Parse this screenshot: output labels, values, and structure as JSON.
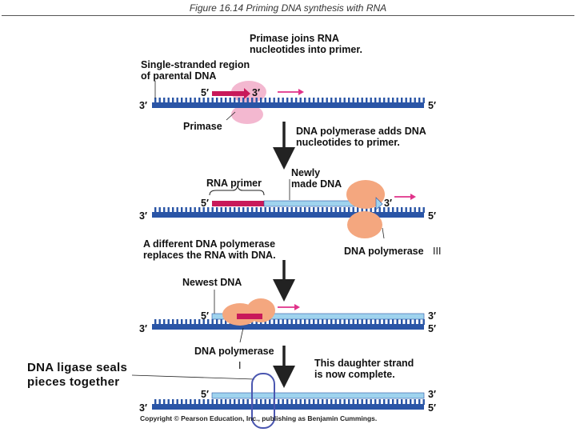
{
  "title": "Figure 16.14  Priming DNA synthesis with RNA",
  "labels": {
    "primase_joins": "Primase joins RNA\nnucleotides into primer.",
    "single_stranded": "Single-stranded region\nof parental DNA",
    "primase": "Primase",
    "polymerase_adds": "DNA polymerase adds DNA\nnucleotides to primer.",
    "rna_primer": "RNA primer",
    "newly_made": "Newly\nmade DNA",
    "dna_polymerase_iii": "DNA polymerase",
    "roman_iii": "III",
    "different_polymerase": "A different DNA polymerase\nreplaces the RNA with DNA.",
    "newest_dna": "Newest DNA",
    "dna_polymerase_i": "DNA polymerase",
    "roman_i": "I",
    "daughter_complete": "This daughter strand\nis now complete.",
    "ligase_seals": "DNA ligase seals\n pieces together",
    "copyright": "Copyright © Pearson Education, Inc., publishing as Benjamin Cummings."
  },
  "strand_ends": {
    "s1_top": "5′",
    "s1_top_r": "3′",
    "s1_bot_l": "3′",
    "s1_bot_r": "5′",
    "s2_top": "5′",
    "s2_top_r": "3′",
    "s2_bot_l": "3′",
    "s2_bot_r": "5′",
    "s3_top": "5′",
    "s3_top_r": "3′",
    "s3_bot_l": "3′",
    "s3_bot_r": "5′",
    "s4_top": "5′",
    "s4_top_r": "3′",
    "s4_bot_l": "3′",
    "s4_bot_r": "5′"
  },
  "colors": {
    "parental": "#2a55a6",
    "new_dna": "#9fd3ee",
    "rna": "#c8195a",
    "primase": "#f3b8d0",
    "polymerase": "#f4a77f",
    "arrow": "#e0338a",
    "circle": "#4a56b0"
  }
}
